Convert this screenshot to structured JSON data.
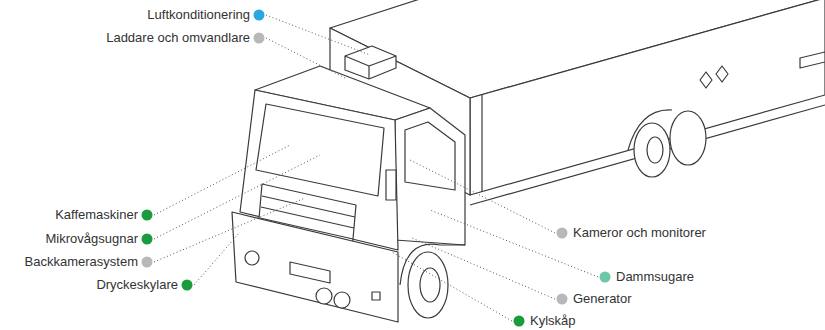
{
  "diagram": {
    "labels": [
      "Luftkonditionering",
      "Laddare och omvandlare",
      "Kaffemaskiner",
      "Mikrovågsugnar",
      "Backkamerasystem",
      "Dryckeskylare",
      "Kameror och monitorer",
      "Dammsugare",
      "Generator",
      "Kylskåp"
    ]
  }
}
